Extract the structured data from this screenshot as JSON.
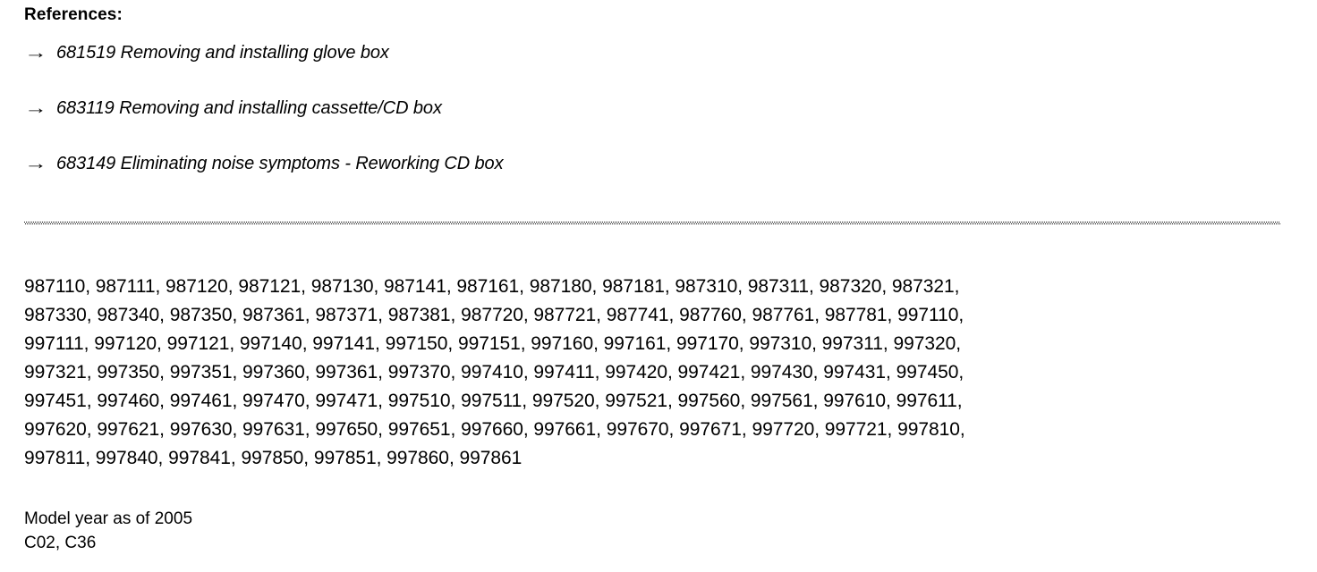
{
  "document": {
    "references_heading": "References:",
    "reference_items": [
      {
        "arrow": "→",
        "text": "681519 Removing and installing glove box"
      },
      {
        "arrow": "→",
        "text": "683119 Removing and installing cassette/CD box"
      },
      {
        "arrow": "→",
        "text": "683149 Eliminating noise symptoms - Reworking CD box"
      }
    ],
    "separator": "dotted-rule",
    "part_number_lines": [
      "987110, 987111, 987120, 987121, 987130, 987141, 987161, 987180, 987181, 987310, 987311, 987320, 987321,",
      "987330, 987340, 987350, 987361, 987371, 987381, 987720, 987721, 987741, 987760, 987761, 987781, 997110,",
      "997111, 997120, 997121, 997140, 997141, 997150, 997151, 997160, 997161, 997170, 997310, 997311, 997320,",
      "997321, 997350, 997351, 997360, 997361, 997370, 997410, 997411, 997420, 997421, 997430, 997431, 997450,",
      "997451, 997460, 997461, 997470, 997471, 997510, 997511, 997520, 997521, 997560, 997561, 997610, 997611,",
      "997620, 997621, 997630, 997631, 997650, 997651, 997660, 997661, 997670, 997671, 997720, 997721, 997810,",
      "997811, 997840, 997841, 997850, 997851, 997860, 997861"
    ],
    "footer": {
      "model_year": "Model year as of 2005",
      "codes": "C02, C36"
    }
  },
  "colors": {
    "text": "#000000",
    "background": "#ffffff"
  }
}
